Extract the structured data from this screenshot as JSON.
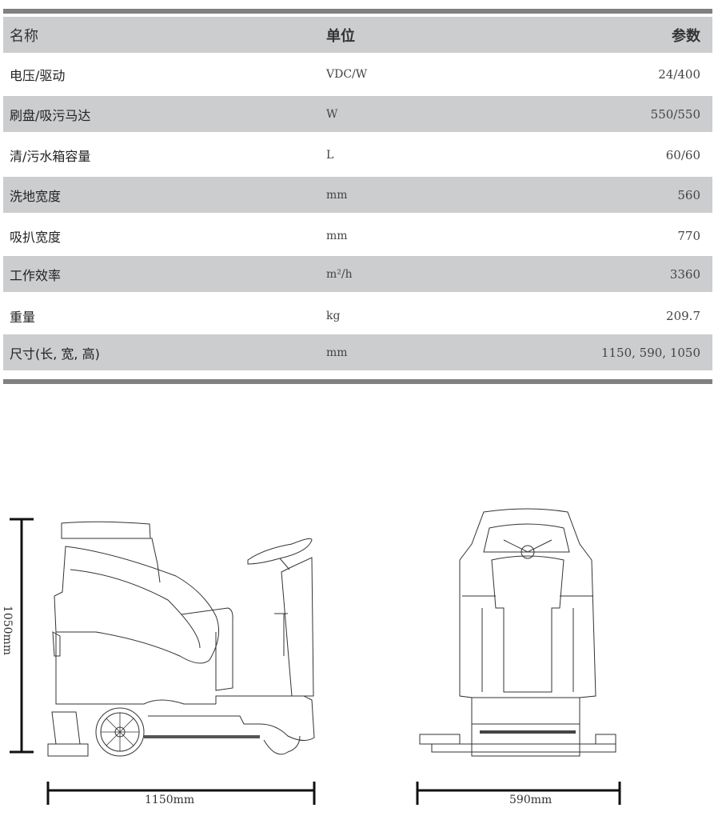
{
  "table": {
    "headers": {
      "name": "名称",
      "unit": "单位",
      "value": "参数"
    },
    "rows": [
      {
        "name": "电压/驱动",
        "unit": "VDC/W",
        "value": "24/400"
      },
      {
        "name": "刷盘/吸污马达",
        "unit": "W",
        "value": "550/550"
      },
      {
        "name": "清/污水箱容量",
        "unit": "L",
        "value": "60/60"
      },
      {
        "name": "洗地宽度",
        "unit": "mm",
        "value": "560"
      },
      {
        "name": "吸扒宽度",
        "unit": "mm",
        "value": "770"
      },
      {
        "name": "工作效率",
        "unit": "m²/h",
        "value": "3360"
      },
      {
        "name": "重量",
        "unit": "kg",
        "value": "209.7"
      },
      {
        "name": "尺寸(长, 宽, 高)",
        "unit": "mm",
        "value": "1150, 590, 1050"
      }
    ]
  },
  "drawings": {
    "height_label": "1050mm",
    "length_label": "1150mm",
    "width_label": "590mm"
  }
}
